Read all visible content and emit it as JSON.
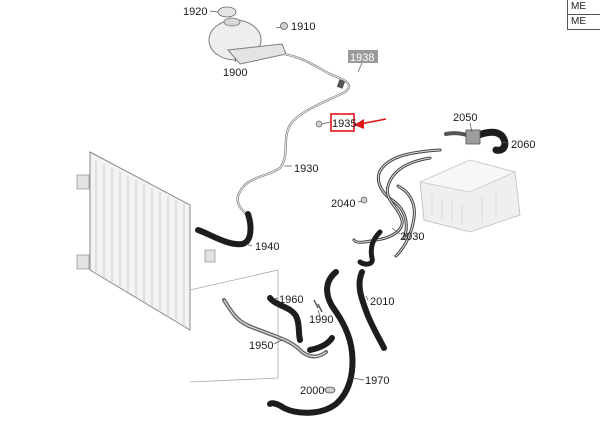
{
  "labels": {
    "l1920": "1920",
    "l1910": "1910",
    "l1900": "1900",
    "l1938": "1938",
    "l1935": "1935",
    "l1930": "1930",
    "l2050": "2050",
    "l2060": "2060",
    "l2040": "2040",
    "l2030": "2030",
    "l1940": "1940",
    "l1960": "1960",
    "l1990": "1990",
    "l2010": "2010",
    "l1950": "1950",
    "l1970": "1970",
    "l2000": "2000"
  },
  "table": [
    "ME",
    "ME"
  ],
  "colors": {
    "highlight_box": "#e0161b",
    "arrow": "#e0161b",
    "tag_fill": "#9a9a9a",
    "hose": "#1d1d1d",
    "pipe": "#6f6f6f"
  }
}
